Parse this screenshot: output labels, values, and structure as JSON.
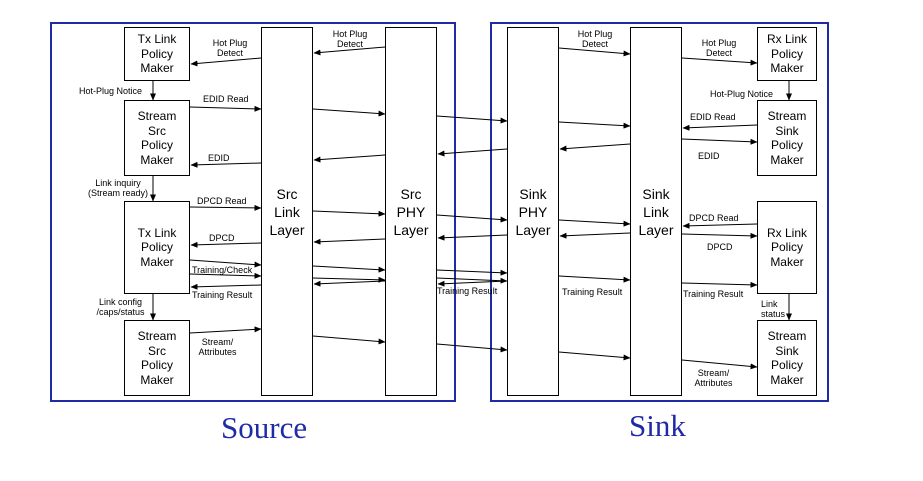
{
  "boxes": {
    "tx_link_policy_top": "Tx Link\nPolicy\nMaker",
    "stream_src_policy_1": "Stream\nSrc\nPolicy\nMaker",
    "tx_link_policy_mid": "Tx Link\nPolicy\nMaker",
    "stream_src_policy_2": "Stream\nSrc\nPolicy\nMaker",
    "src_link_layer": "Src\nLink\nLayer",
    "src_phy_layer": "Src\nPHY\nLayer",
    "sink_phy_layer": "Sink\nPHY\nLayer",
    "sink_link_layer": "Sink\nLink\nLayer",
    "rx_link_policy_top": "Rx Link\nPolicy\nMaker",
    "stream_sink_policy_1": "Stream\nSink\nPolicy\nMaker",
    "rx_link_policy_mid": "Rx Link\nPolicy\nMaker",
    "stream_sink_policy_2": "Stream\nSink\nPolicy\nMaker"
  },
  "labels": {
    "hot_plug_detect_src_link": "Hot Plug\nDetect",
    "hot_plug_detect_src_phy": "Hot Plug\nDetect",
    "hot_plug_detect_sink_phy": "Hot Plug\nDetect",
    "hot_plug_detect_sink_link": "Hot Plug\nDetect",
    "hot_plug_notice_src": "Hot-Plug Notice",
    "hot_plug_notice_sink": "Hot-Plug Notice",
    "edid_read_src": "EDID Read",
    "edid_src": "EDID",
    "edid_read_sink": "EDID Read",
    "edid_sink": "EDID",
    "link_inquiry": "Link inquiry\n(Stream ready)",
    "dpcd_read_src": "DPCD Read",
    "dpcd_src": "DPCD",
    "dpcd_read_sink": "DPCD Read",
    "dpcd_sink": "DPCD",
    "training_check": "Training/Check",
    "training_result_src": "Training Result",
    "training_result_phy": "Training Result",
    "training_result_sink_phy": "Training Result",
    "training_result_sink_link": "Training Result",
    "link_config": "Link config\n/caps/status",
    "link_status": "Link\nstatus",
    "stream_attributes_src": "Stream/\nAttributes",
    "stream_attributes_sink": "Stream/\nAttributes"
  },
  "regions": {
    "source": "Source",
    "sink": "Sink"
  },
  "colors": {
    "frame": "#1f2aa6",
    "text": "#000000"
  }
}
